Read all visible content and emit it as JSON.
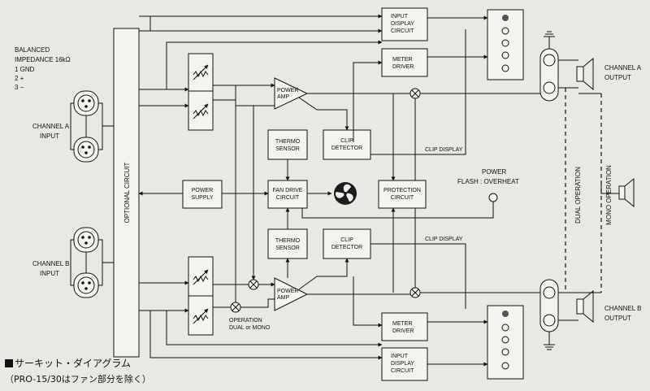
{
  "balanced": {
    "line1": "BALANCED",
    "line2": "IMPEDANCE 16kΩ",
    "line3": "1 GND",
    "line4": "2 +",
    "line5": "3 −"
  },
  "channel_a_input": [
    "CHANNEL A",
    "INPUT"
  ],
  "channel_b_input": [
    "CHANNEL B",
    "INPUT"
  ],
  "optional_circuit": "OPTIONAL CIRCUIT",
  "power_supply": [
    "POWER",
    "SUPPLY"
  ],
  "power_amp": [
    "POWER",
    "AMP"
  ],
  "thermo_sensor": [
    "THERMO",
    "SENSOR"
  ],
  "clip_detector": [
    "CLIP",
    "DETECTOR"
  ],
  "fan_drive": [
    "FAN DRIVE",
    "CIRCUIT"
  ],
  "protection": [
    "PROTECTION",
    "CIRCUIT"
  ],
  "input_display": [
    "INPUT",
    "DISPLAY",
    "CIRCUIT"
  ],
  "meter_driver": [
    "METER",
    "DRIVER"
  ],
  "clip_display": "CLIP DISPLAY",
  "power_flash": [
    "POWER",
    "FLASH : OVERHEAT"
  ],
  "operation": [
    "OPERATION",
    "DUAL or MONO"
  ],
  "dual_operation": "DUAL OPERATION",
  "mono_operation": "MONO OPERATION",
  "channel_a_output": [
    "CHANNEL A",
    "OUTPUT"
  ],
  "channel_b_output": [
    "CHANNEL B",
    "OUTPUT"
  ],
  "caption": "サーキット・ダイアグラム",
  "subcaption": "（PRO-15/30はファン部分を除く）"
}
